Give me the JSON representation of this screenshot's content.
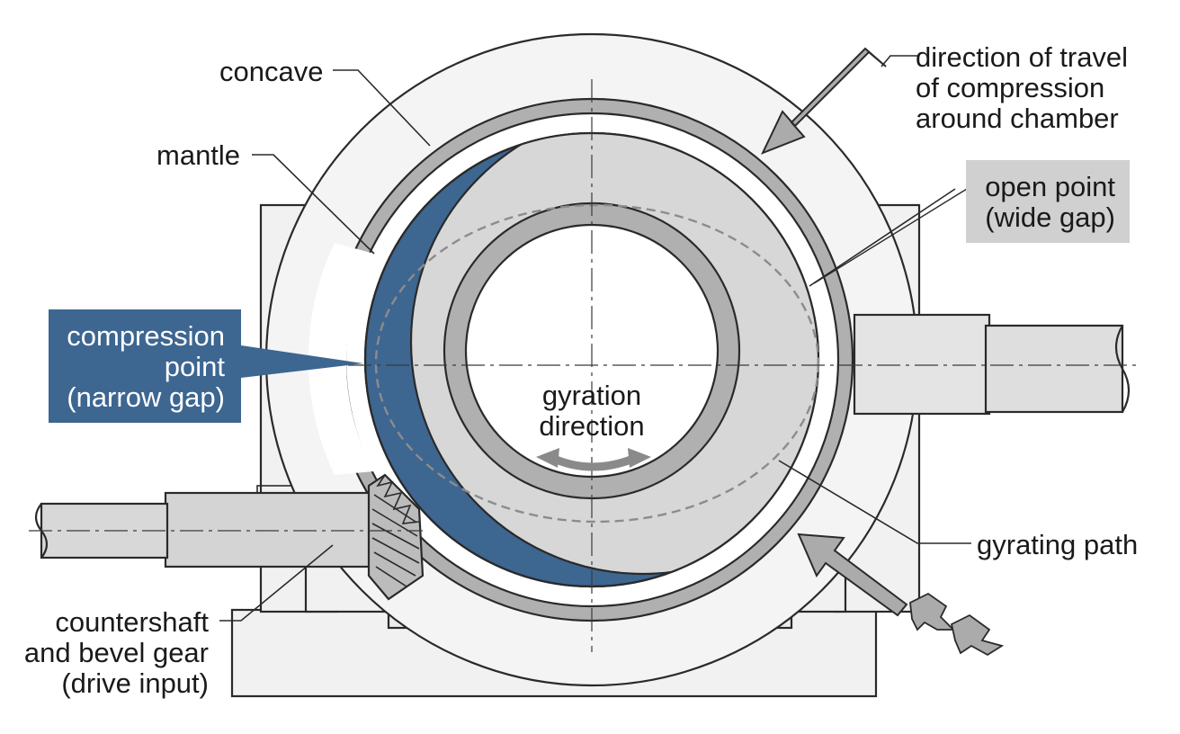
{
  "labels": {
    "concave": "concave",
    "mantle": "mantle",
    "travel_line1": "direction of travel",
    "travel_line2": "of compression",
    "travel_line3": "around chamber",
    "open_line1": "open point",
    "open_line2": "(wide gap)",
    "compression_line1": "compression",
    "compression_line2": "point",
    "compression_line3": "(narrow gap)",
    "gyration_line1": "gyration",
    "gyration_line2": "direction",
    "gyrating_path": "gyrating path",
    "countershaft_line1": "countershaft",
    "countershaft_line2": "and bevel gear",
    "countershaft_line3": "(drive input)"
  },
  "colors": {
    "blue": "#3d6691",
    "light_gray": "#d7d7d7",
    "mid_gray": "#b0b0b0",
    "housing": "#f1f1f1",
    "outline": "#2a2a2a"
  }
}
